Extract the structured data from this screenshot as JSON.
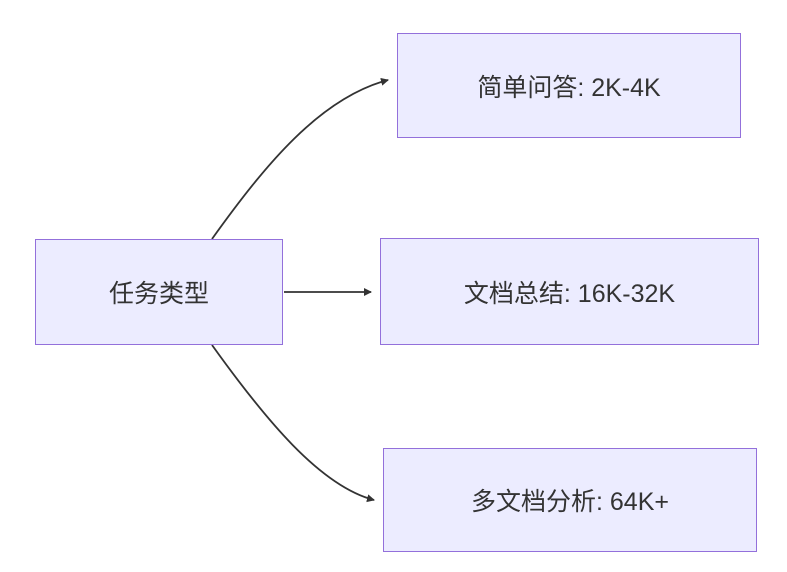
{
  "diagram": {
    "type": "flowchart",
    "root": {
      "label": "任务类型"
    },
    "nodes": [
      {
        "label": "简单问答: 2K-4K"
      },
      {
        "label": "文档总结: 16K-32K"
      },
      {
        "label": "多文档分析: 64K+"
      }
    ],
    "edges": [
      {
        "from": "任务类型",
        "to": "简单问答: 2K-4K"
      },
      {
        "from": "任务类型",
        "to": "文档总结: 16K-32K"
      },
      {
        "from": "任务类型",
        "to": "多文档分析: 64K+"
      }
    ],
    "colors": {
      "node_fill": "#ECECFF",
      "node_border": "#9370DB",
      "edge_stroke": "#333333",
      "text": "#333333",
      "background": "#FFFFFF"
    }
  }
}
